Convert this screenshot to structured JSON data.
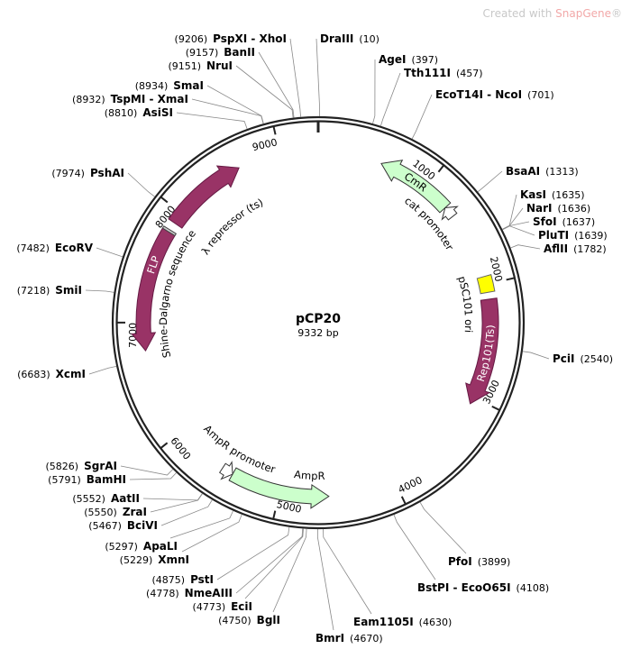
{
  "watermark": {
    "prefix": "Created with ",
    "brand": "SnapGene",
    "suffix": "®"
  },
  "plasmid": {
    "name": "pCP20",
    "length_label": "9332 bp",
    "length": 9332
  },
  "ticks": [
    "1000",
    "2000",
    "3000",
    "4000",
    "5000",
    "6000",
    "7000",
    "8000",
    "9000"
  ],
  "colors": {
    "purple": "#993366",
    "green": "#ccffcc",
    "yellow": "#ffff00",
    "promoter": "#ffffff"
  },
  "features": [
    {
      "name": "CmR",
      "start": 560,
      "end": 1240,
      "direction": "reverse",
      "color": "#ccffcc"
    },
    {
      "name": "cat promoter",
      "start": 1240,
      "end": 1340,
      "direction": "reverse",
      "color": "#ffffff"
    },
    {
      "name": "pSC101 ori",
      "start": 1930,
      "end": 2070,
      "direction": "none",
      "color": "#ffff00"
    },
    {
      "name": "Rep101(Ts)",
      "start": 2130,
      "end": 3060,
      "direction": "forward",
      "color": "#993366"
    },
    {
      "name": "AmpR",
      "start": 4575,
      "end": 5430,
      "direction": "reverse",
      "color": "#ccffcc"
    },
    {
      "name": "AmpR promoter",
      "start": 5430,
      "end": 5530,
      "direction": "reverse",
      "color": "#ffffff"
    },
    {
      "name": "FLP",
      "start": 6760,
      "end": 7810,
      "direction": "reverse",
      "color": "#993366"
    },
    {
      "name": "Shine-Dalgarno sequence",
      "start": 7810,
      "end": 7830,
      "direction": "none",
      "color": "#cccccc"
    },
    {
      "name": "λ repressor (ts)",
      "start": 7900,
      "end": 8630,
      "direction": "forward",
      "color": "#993366"
    }
  ],
  "enzymes": [
    {
      "name": "PspXI - XhoI",
      "pos": "9206",
      "bp": 9206
    },
    {
      "name": "BanII",
      "pos": "9157",
      "bp": 9157
    },
    {
      "name": "NruI",
      "pos": "9151",
      "bp": 9151
    },
    {
      "name": "SmaI",
      "pos": "8934",
      "bp": 8934
    },
    {
      "name": "TspMI - XmaI",
      "pos": "8932",
      "bp": 8932
    },
    {
      "name": "AsiSI",
      "pos": "8810",
      "bp": 8810
    },
    {
      "name": "PshAI",
      "pos": "7974",
      "bp": 7974
    },
    {
      "name": "EcoRV",
      "pos": "7482",
      "bp": 7482
    },
    {
      "name": "SmiI",
      "pos": "7218",
      "bp": 7218
    },
    {
      "name": "XcmI",
      "pos": "6683",
      "bp": 6683
    },
    {
      "name": "SgrAI",
      "pos": "5826",
      "bp": 5826
    },
    {
      "name": "BamHI",
      "pos": "5791",
      "bp": 5791
    },
    {
      "name": "AatII",
      "pos": "5552",
      "bp": 5552
    },
    {
      "name": "ZraI",
      "pos": "5550",
      "bp": 5550
    },
    {
      "name": "BciVI",
      "pos": "5467",
      "bp": 5467
    },
    {
      "name": "ApaLI",
      "pos": "5297",
      "bp": 5297
    },
    {
      "name": "XmnI",
      "pos": "5229",
      "bp": 5229
    },
    {
      "name": "PstI",
      "pos": "4875",
      "bp": 4875
    },
    {
      "name": "NmeAIII",
      "pos": "4778",
      "bp": 4778
    },
    {
      "name": "EciI",
      "pos": "4773",
      "bp": 4773
    },
    {
      "name": "BglI",
      "pos": "4750",
      "bp": 4750
    },
    {
      "name": "DraIII",
      "pos": "10",
      "bp": 10
    },
    {
      "name": "AgeI",
      "pos": "397",
      "bp": 397
    },
    {
      "name": "Tth111I",
      "pos": "457",
      "bp": 457
    },
    {
      "name": "EcoT14I - NcoI",
      "pos": "701",
      "bp": 701
    },
    {
      "name": "BsaAI",
      "pos": "1313",
      "bp": 1313
    },
    {
      "name": "KasI",
      "pos": "1635",
      "bp": 1635
    },
    {
      "name": "NarI",
      "pos": "1636",
      "bp": 1636
    },
    {
      "name": "SfoI",
      "pos": "1637",
      "bp": 1637
    },
    {
      "name": "PluTI",
      "pos": "1639",
      "bp": 1639
    },
    {
      "name": "AflII",
      "pos": "1782",
      "bp": 1782
    },
    {
      "name": "PciI",
      "pos": "2540",
      "bp": 2540
    },
    {
      "name": "PfoI",
      "pos": "3899",
      "bp": 3899
    },
    {
      "name": "BstPI - EcoO65I",
      "pos": "4108",
      "bp": 4108
    },
    {
      "name": "Eam1105I",
      "pos": "4630",
      "bp": 4630
    },
    {
      "name": "BmrI",
      "pos": "4670",
      "bp": 4670
    }
  ]
}
